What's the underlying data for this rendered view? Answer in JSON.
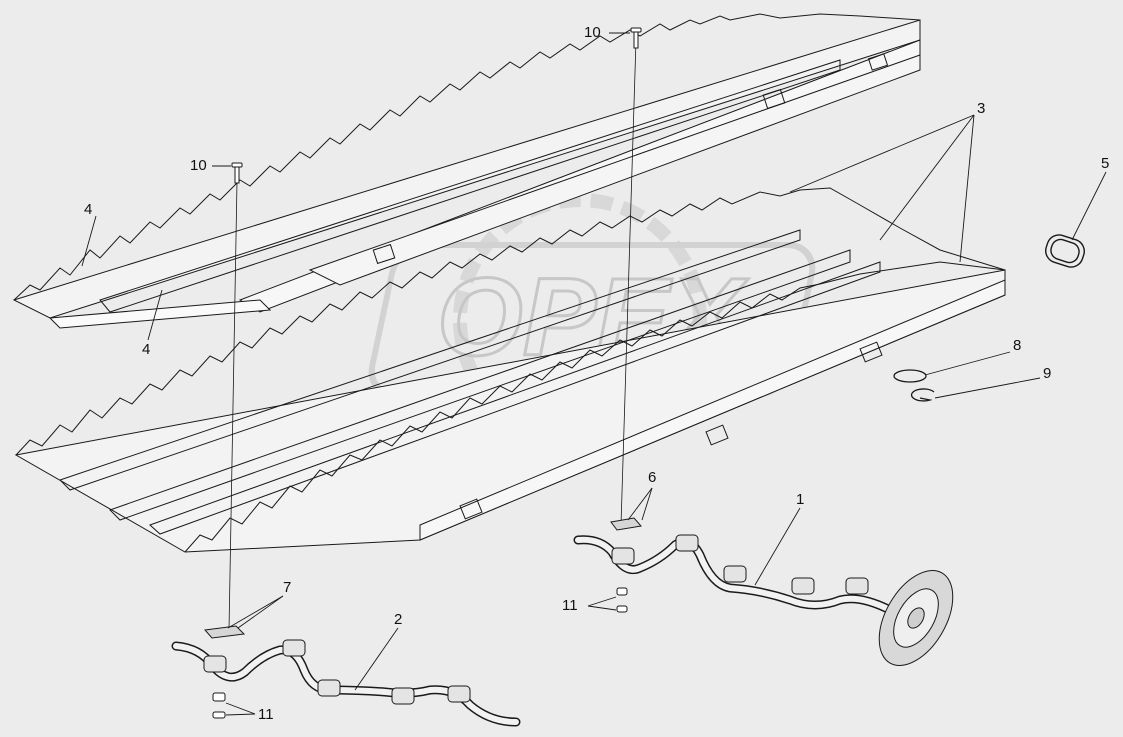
{
  "diagram": {
    "watermark": "OPEX",
    "callouts": {
      "c1": "1",
      "c2": "2",
      "c3": "3",
      "c4a": "4",
      "c4b": "4",
      "c5": "5",
      "c6": "6",
      "c7": "7",
      "c8": "8",
      "c9": "9",
      "c10a": "10",
      "c10b": "10",
      "c11a": "11",
      "c11b": "11"
    },
    "colors": {
      "background": "#ececec",
      "line": "#1a1a1a",
      "watermark": "#bdbdbd"
    }
  }
}
